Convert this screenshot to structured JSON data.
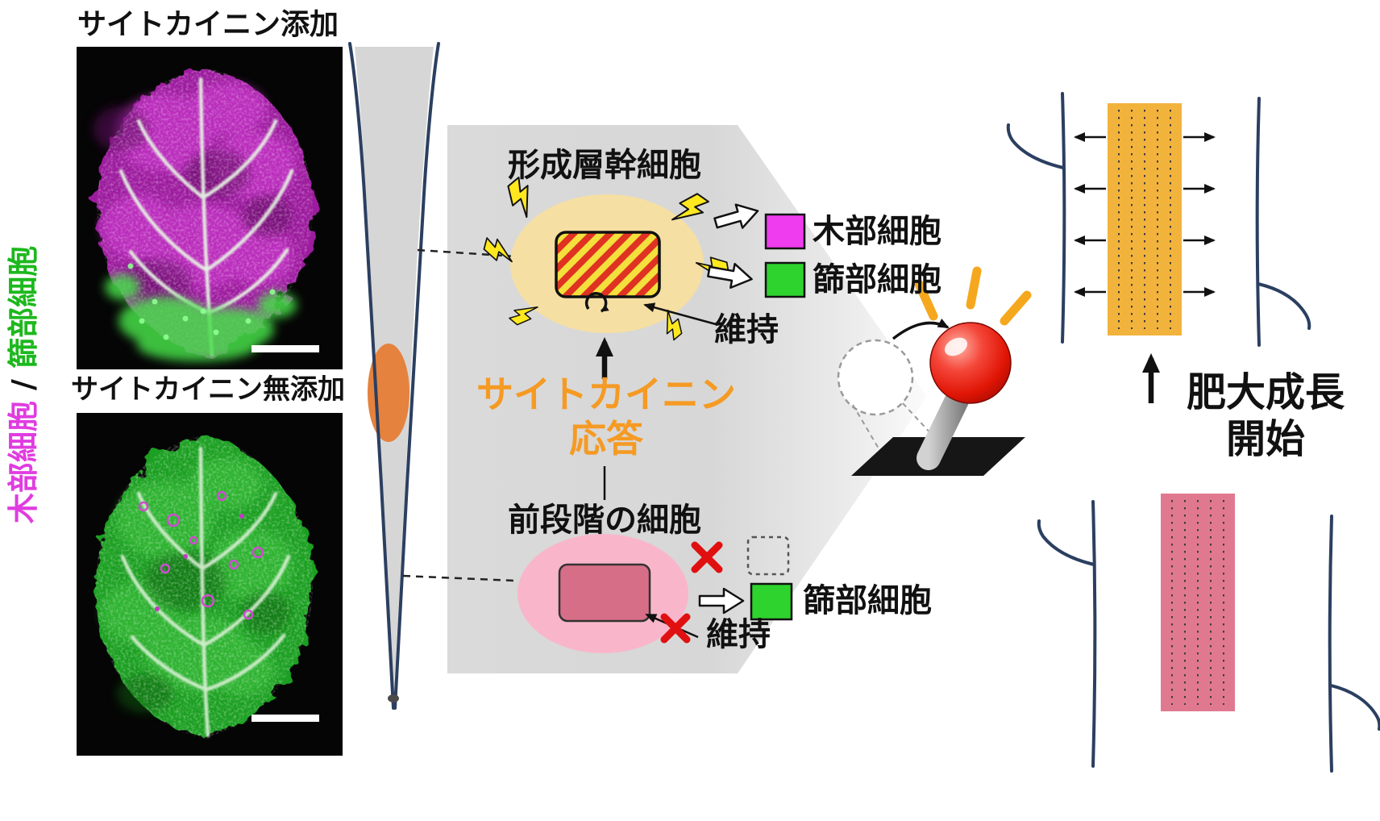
{
  "micrographs": {
    "added_label": "サイトカイニン添加",
    "not_added_label": "サイトカイニン無添加",
    "axis_label": {
      "xylem": "木部細胞",
      "separator": " / ",
      "phloem": "篩部細胞",
      "xylem_color": "#e03ce0",
      "phloem_color": "#1db81d"
    }
  },
  "zoom_panel": {
    "stem_cell_title": "形成層幹細胞",
    "maintain_top": "維持",
    "legend_top": [
      {
        "label": "木部細胞",
        "color": "#ee3cee"
      },
      {
        "label": "篩部細胞",
        "color": "#2ed32e"
      }
    ],
    "cytokinin_line1": "サイトカイニン",
    "cytokinin_line2": "応答",
    "cytokinin_color": "#f59a23",
    "precursor_title": "前段階の細胞",
    "legend_bottom": [
      {
        "label": "篩部細胞",
        "color": "#2ed32e"
      }
    ],
    "maintain_bottom": "維持"
  },
  "growth_label": {
    "line1": "肥大成長",
    "line2": "開始"
  },
  "icons": {
    "lightning-icon": "yellow zigzag bolt",
    "cross-icon": "red X (two crossed strokes)",
    "self-renewal-arrow-icon": "circular arrow under stem cell",
    "block-arrow-icon": "white outlined block arrow",
    "switch-icon": "lever with red ball (on) and dashed white ball (off)",
    "scale-bar": "white bar in micrograph corner"
  },
  "colors": {
    "panel_gray": "#d9d9d9",
    "outline_navy": "#2b3f60",
    "meristem_orange": "#e5823e",
    "stem_cell_halo": "#f6dfa3",
    "stem_cell_stripe_red": "#e03222",
    "stem_cell_stripe_yellow": "#f3e03c",
    "precursor_halo_pink": "#f9b6ca",
    "precursor_cell": "#d76e88",
    "xylem_column": "#f2b33d",
    "phloem_column": "#e0798f"
  }
}
